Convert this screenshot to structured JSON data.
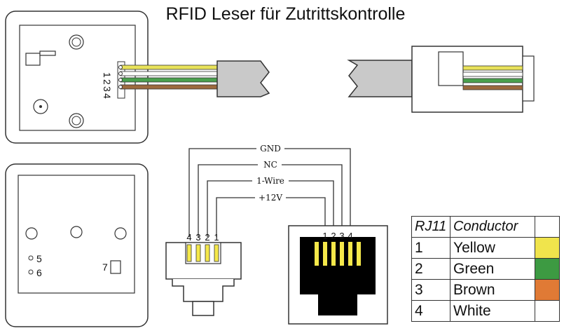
{
  "title": "RFID Leser für Zutrittskontrolle",
  "reader_pins": [
    "1",
    "2",
    "3",
    "4"
  ],
  "extra_pins": [
    "5",
    "6",
    "7"
  ],
  "signals": [
    "GND",
    "NC",
    "1-Wire",
    "+12V"
  ],
  "plug_pin_labels": [
    "4",
    "3",
    "2",
    "1"
  ],
  "socket_pin_labels": [
    "1",
    "2",
    "3",
    "4"
  ],
  "table": {
    "headers": [
      "RJ11",
      "Conductor"
    ],
    "rows": [
      {
        "pin": "1",
        "conductor": "Yellow",
        "color": "#f0e44c"
      },
      {
        "pin": "2",
        "conductor": "Green",
        "color": "#3d9a42"
      },
      {
        "pin": "3",
        "conductor": "Brown",
        "color": "#e07a35"
      },
      {
        "pin": "4",
        "conductor": "White",
        "color": "#ffffff"
      }
    ]
  },
  "wire_colors": {
    "yellow": "#e8e25a",
    "green": "#4aa04e",
    "brown": "#9c6a3e",
    "white": "#ffffff",
    "cable": "#c9c9c9"
  }
}
